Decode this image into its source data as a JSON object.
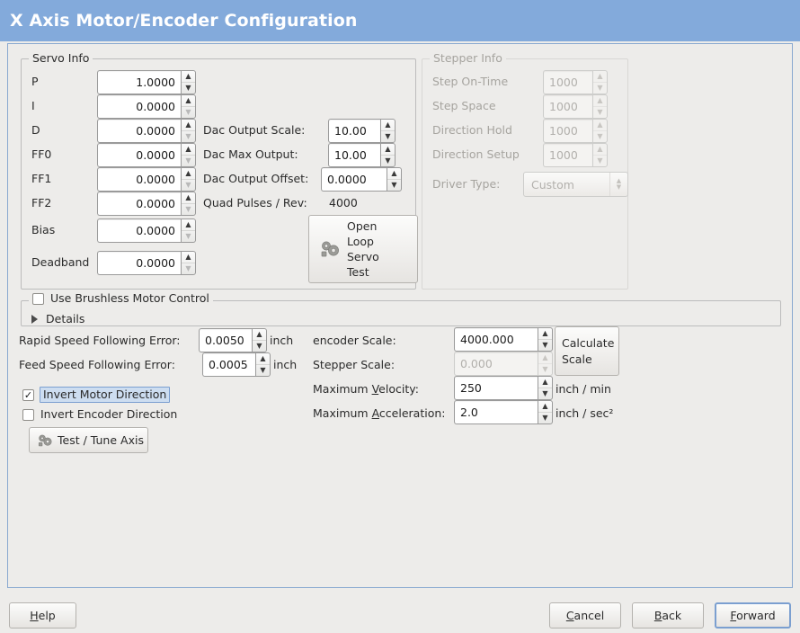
{
  "window": {
    "title": "X Axis Motor/Encoder Configuration",
    "title_bar_color": "#83aadb",
    "background_color": "#edecea",
    "frame_border_color": "#89a9d0"
  },
  "servo_info": {
    "legend": "Servo Info",
    "pid_rows": [
      {
        "label": "P",
        "value": "1.0000"
      },
      {
        "label": "I",
        "value": "0.0000"
      },
      {
        "label": "D",
        "value": "0.0000"
      },
      {
        "label": "FF0",
        "value": "0.0000"
      },
      {
        "label": "FF1",
        "value": "0.0000"
      },
      {
        "label": "FF2",
        "value": "0.0000"
      },
      {
        "label": "Bias",
        "value": "0.0000"
      },
      {
        "label": "Deadband",
        "value": "0.0000"
      }
    ],
    "dac_output_scale": {
      "label": "Dac Output Scale:",
      "value": "10.00"
    },
    "dac_max_output": {
      "label": "Dac Max Output:",
      "value": "10.00"
    },
    "dac_output_offset": {
      "label": "Dac Output Offset:",
      "value": "0.0000"
    },
    "quad_pulses_rev": {
      "label": "Quad Pulses / Rev:",
      "value": "4000"
    },
    "open_loop_button": {
      "line1": "Open",
      "line2": "Loop",
      "line3": "Servo",
      "line4": "Test",
      "icon": "gears-icon"
    }
  },
  "stepper_info": {
    "legend": "Stepper Info",
    "disabled": true,
    "rows": [
      {
        "label": "Step On-Time",
        "value": "1000"
      },
      {
        "label": "Step Space",
        "value": "1000"
      },
      {
        "label": "Direction Hold",
        "value": "1000"
      },
      {
        "label": "Direction Setup",
        "value": "1000"
      }
    ],
    "driver_type": {
      "label": "Driver Type:",
      "value": "Custom"
    }
  },
  "brushless": {
    "checkbox_label": "Use Brushless Motor Control",
    "checked": false,
    "details_label": "Details",
    "details_expanded": false
  },
  "errors": {
    "rapid": {
      "label": "Rapid Speed Following Error:",
      "value": "0.0050",
      "unit": "inch"
    },
    "feed": {
      "label": "Feed Speed Following Error:",
      "value": "0.0005",
      "unit": "inch"
    }
  },
  "invert": {
    "motor": {
      "label": "Invert Motor Direction",
      "checked": true,
      "focused": true
    },
    "encoder": {
      "label": "Invert Encoder Direction",
      "checked": false,
      "focused": false
    }
  },
  "test_tune_button": {
    "label": "Test / Tune Axis",
    "icon": "gears-icon"
  },
  "scales": {
    "encoder_scale": {
      "label": "encoder Scale:",
      "value": "4000.000",
      "disabled": false
    },
    "stepper_scale": {
      "label": "Stepper Scale:",
      "value": "0.000",
      "disabled": true
    },
    "max_velocity": {
      "label": "Maximum Velocity:",
      "mnemonic": "V",
      "value": "250",
      "unit": "inch / min"
    },
    "max_accel": {
      "label": "Maximum Acceleration:",
      "mnemonic": "A",
      "value": "2.0",
      "unit": "inch / sec²"
    },
    "calculate_button": {
      "line1": "Calculate",
      "line2": "Scale"
    }
  },
  "footer": {
    "help": {
      "label": "Help",
      "mnemonic": "H"
    },
    "cancel": {
      "label": "Cancel",
      "mnemonic": "C"
    },
    "back": {
      "label": "Back",
      "mnemonic": "B"
    },
    "forward": {
      "label": "Forward",
      "mnemonic": "F",
      "focused": true
    }
  }
}
